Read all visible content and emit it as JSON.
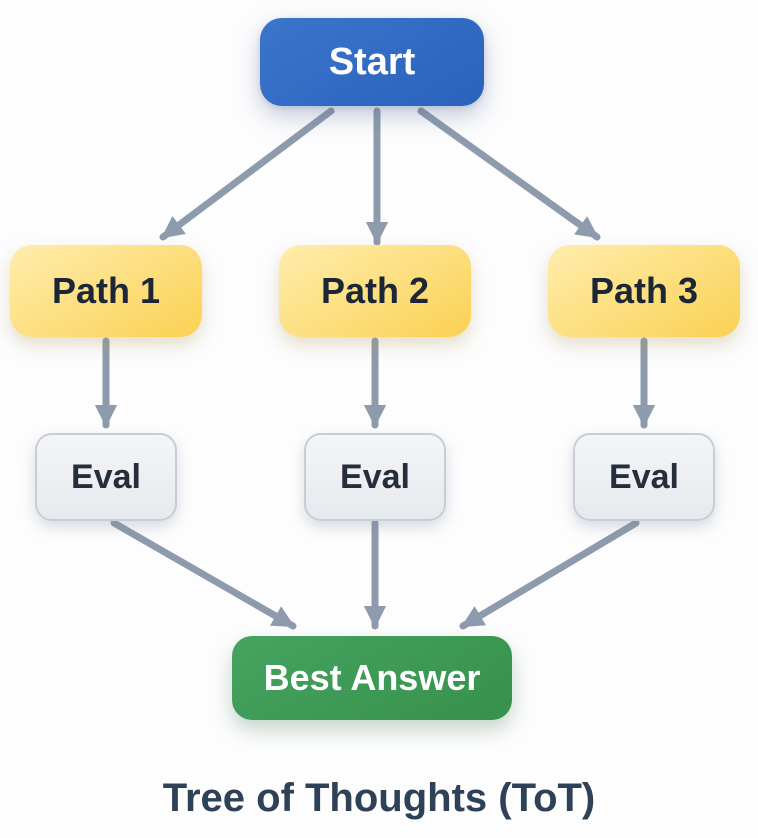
{
  "caption": "Tree of Thoughts (ToT)",
  "nodes": {
    "start": {
      "label": "Start"
    },
    "paths": [
      {
        "label": "Path 1"
      },
      {
        "label": "Path 2"
      },
      {
        "label": "Path 3"
      }
    ],
    "evals": [
      {
        "label": "Eval"
      },
      {
        "label": "Eval"
      },
      {
        "label": "Eval"
      }
    ],
    "best": {
      "label": "Best Answer"
    }
  },
  "edges": [
    {
      "from": "start",
      "to": "path-1"
    },
    {
      "from": "start",
      "to": "path-2"
    },
    {
      "from": "start",
      "to": "path-3"
    },
    {
      "from": "path-1",
      "to": "eval-1"
    },
    {
      "from": "path-2",
      "to": "eval-2"
    },
    {
      "from": "path-3",
      "to": "eval-3"
    },
    {
      "from": "eval-1",
      "to": "best-answer"
    },
    {
      "from": "eval-2",
      "to": "best-answer"
    },
    {
      "from": "eval-3",
      "to": "best-answer"
    }
  ],
  "theme": {
    "start_top": "#3B76CB",
    "start_bottom": "#2A61BC",
    "path_top": "#FEEDAD",
    "path_bottom": "#FBD153",
    "eval_top": "#F4F5F8",
    "eval_bottom": "#E6E9ED",
    "eval_border": "#C7CDD6",
    "best_top": "#46A360",
    "best_bottom": "#35914B",
    "arrow": "#8E9BAD",
    "title": "#2E4157",
    "path_text": "#1C2637",
    "eval_text": "#272E3B",
    "node_text_light": "#FFFFFF",
    "background": "#FDFDFE"
  }
}
